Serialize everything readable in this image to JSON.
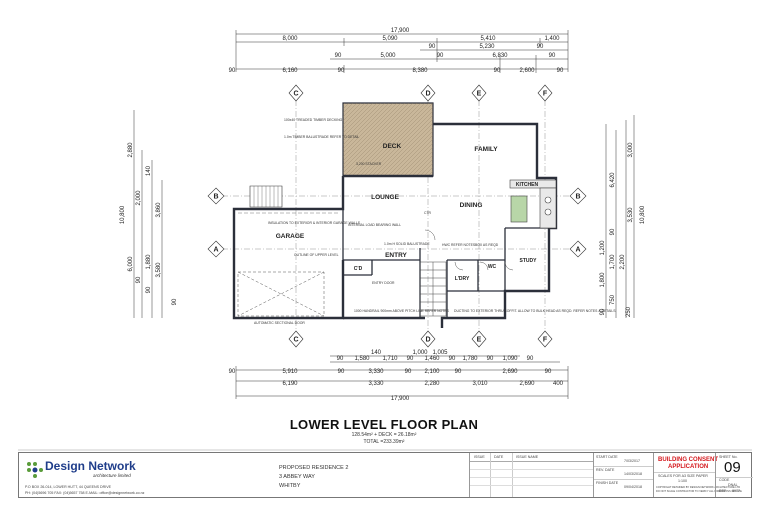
{
  "plan": {
    "title": "LOWER LEVEL FLOOR PLAN",
    "area_line1": "128.54m² + DECK = 26.18m²",
    "area_line2": "TOTAL =233.39m²"
  },
  "grid_labels": {
    "c_top": "C",
    "d_top": "D",
    "e_top": "E",
    "f_top": "F",
    "c_bot": "C",
    "d_bot": "D",
    "e_bot": "E",
    "f_bot": "F",
    "b_left": "B",
    "a_left": "A",
    "b_right": "B",
    "a_right": "A"
  },
  "rooms": {
    "deck": "DECK",
    "family": "FAMILY",
    "kitchen": "KITCHEN",
    "lounge": "LOUNGE",
    "dining": "DINING",
    "garage": "GARAGE",
    "entry": "ENTRY",
    "cd": "C'D",
    "ldry": "L'DRY",
    "wc": "WC",
    "study": "STUDY"
  },
  "dims_top": {
    "overall": "17,900",
    "row2": [
      "8,000",
      "5,090",
      "5,410",
      "1,400"
    ],
    "row3": [
      "90",
      "5,230",
      "90"
    ],
    "row4": [
      "90",
      "5,000",
      "90",
      "6,830",
      "90"
    ],
    "row5": [
      "90",
      "6,160",
      "90",
      "8,380",
      "90",
      "2,600",
      "90"
    ]
  },
  "dims_bottom": {
    "row1": [
      "140",
      "1,000",
      "1,005"
    ],
    "row2": [
      "90",
      "1,580",
      "1,710",
      "90",
      "1,460",
      "90",
      "1,780",
      "90",
      "1,090",
      "90"
    ],
    "row3": [
      "90",
      "5,910",
      "90",
      "3,330",
      "90",
      "2,100",
      "90",
      "2,690",
      "90"
    ],
    "row4": [
      "6,190",
      "3,330",
      "2,280",
      "3,010",
      "2,690",
      "400"
    ],
    "overall": "17,900"
  },
  "dims_left": [
    "10,800",
    "2,880",
    "140",
    "3,860",
    "2,000",
    "6,000",
    "1,880",
    "90",
    "3,580",
    "90",
    "90"
  ],
  "dims_right": [
    "6,420",
    "3,000",
    "3,530",
    "90",
    "1,200",
    "1,700",
    "2,200",
    "1,800",
    "10,800",
    "750",
    "250",
    "90"
  ],
  "notes": {
    "deck_decking": "100x40 TREADED TIMBER DECKING",
    "deck_balustrade": "1.0m TIMBER BALUSTRADE REFER TO DETAIL",
    "stacker": "3,200 STACKER",
    "insulation": "INSULATION TO EXTERIOR & INTERIOR GARAGE WALLS",
    "internal_wall": "INTERNAL LOAD BEARING WALL",
    "outline_upper": "OUTLINE OF UPPER LEVEL",
    "handrail": "1.0m H SOLID BALUSTRADE",
    "stair_note": "1000 HANDRAIL 900mm ABOVE PITCH LINE REFER NOTES",
    "ducting": "DUCTING TO EXTERIOR THRU SOFFIT. ALLOW TO BULK HEAD AS REQD. REFER NOTES & DETAILS",
    "garage_door": "AUTOMATIC SECTIONAL DOOR",
    "entry_door": "ENTRY DOOR",
    "box_as_reqd": "BOX AS REQD",
    "hwc": "HWC REFER NOTES",
    "ctr": "CTR"
  },
  "company": {
    "name": "Design Network",
    "sub": "architecture limited",
    "address": "P.O BOX 26-014, LOWER HUTT, 44 QUEENS DRIVE",
    "contact": "PH: (04)5696 705 FAX: (04)5657 758 E-MAIL: office@designnetwork.co.nz"
  },
  "project": {
    "line1": "PROPOSED RESIDENCE 2",
    "line2": "3 ABBEY WAY",
    "line3": "WHITBY"
  },
  "revisions": {
    "headers": [
      "ISSUE",
      "DATE",
      "ISSUE NAME"
    ]
  },
  "sheet": {
    "start_date_label": "START DATE",
    "start_date": "7/03/2017",
    "rev_date_label": "REV. DATE",
    "rev_date": "14/03/2018",
    "finish_date_label": "FINISH DATE",
    "finish_date": "09/04/2018",
    "stage_line1": "BUILDING CONSENT",
    "stage_line2": "APPLICATION",
    "scales_label": "SCALES FOR A3 SIZE PAPER",
    "scale": "1:100",
    "copyright1": "COPYRIGHT RETAINED BY DESIGN NETWORK ARCHITECTURE LTD",
    "copyright2": "DO NOT SCALE CONTRACTOR TO VERIFY ALL DIMENSIONS ON SITE",
    "sheet_no_label": "SHEET No.",
    "sheet_no": "09",
    "code_label": "CODE",
    "code": "DNAL",
    "ref_label": "REF",
    "ref": "8977"
  },
  "colors": {
    "wall": "#2b2f3a",
    "deck_fill": "#c9b79a",
    "stage_red": "#d4161b",
    "logo_green": "#5a9c3a",
    "logo_blue": "#1f3d8a"
  }
}
